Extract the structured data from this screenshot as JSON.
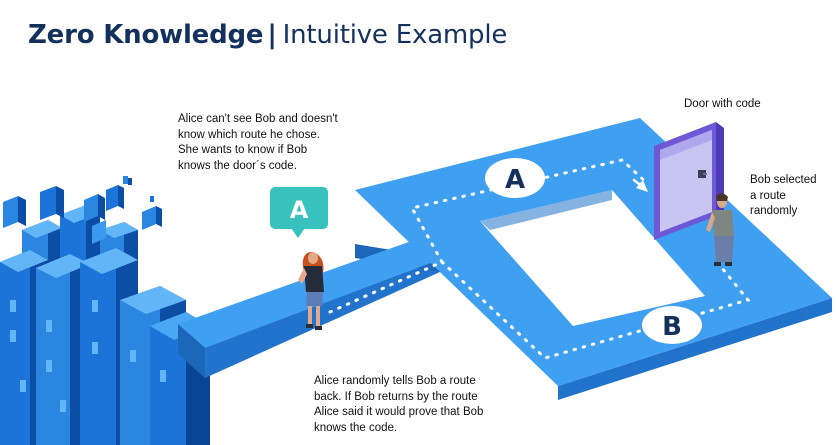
{
  "title": {
    "bold": "Zero Knowledge",
    "separator": "|",
    "light": "Intuitive Example"
  },
  "notes": {
    "alice_top": [
      "Alice can't see Bob and doesn't",
      "know which route he chose.",
      "She wants to know if Bob",
      "knows the door´s code."
    ],
    "door_label": "Door with code",
    "bob_selected": [
      "Bob selected",
      "a route",
      "randomly"
    ],
    "alice_bottom": [
      "Alice randomly tells Bob a route",
      "back. If Bob returns by the route",
      "Alice said it would prove that Bob",
      "knows the code."
    ]
  },
  "route_labels": {
    "a": "A",
    "b": "B"
  },
  "speech_bubble": "A",
  "colors": {
    "title": "#14315e",
    "path_top": "#3f9ff0",
    "path_side": "#2273cb",
    "city_front": "#1c74d8",
    "city_side": "#0c4ea6",
    "city_top": "#62b6f7",
    "bubble": "#38c1bd",
    "door": "#9b8aea",
    "door_frame": "#6e58d6"
  }
}
